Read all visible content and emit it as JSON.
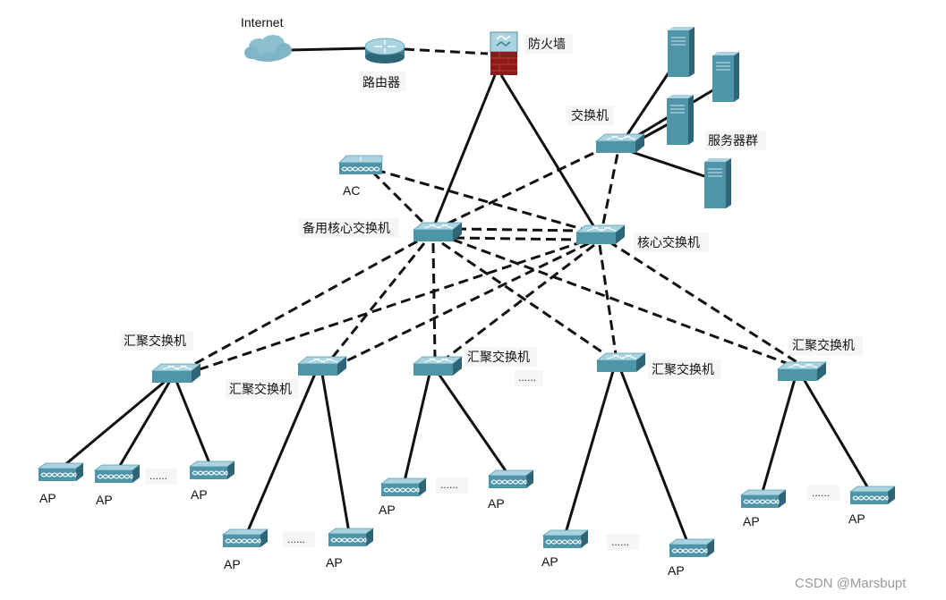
{
  "labels": {
    "internet": "Internet",
    "router": "路由器",
    "firewall": "防火墙",
    "switch": "交换机",
    "server_group": "服务器群",
    "ac": "AC",
    "backup_core": "备用核心交换机",
    "core": "核心交换机",
    "agg1": "汇聚交换机",
    "agg2": "汇聚交换机",
    "agg3": "汇聚交换机",
    "agg4": "汇聚交换机",
    "agg5": "汇聚交换机",
    "ap": "AP",
    "ellipsis": "......"
  },
  "watermark": "CSDN @Marsbupt",
  "colors": {
    "device_top": "#a9d3df",
    "device_side": "#3f8398",
    "device_dark": "#2f6677",
    "firewall_red": "#8b1a1a",
    "line": "#111111"
  },
  "icons": {
    "internet": "cloud-icon",
    "router": "router-icon",
    "firewall": "firewall-icon",
    "switch": "switch-icon",
    "server": "server-icon",
    "ac": "access-controller-icon",
    "ap": "access-point-icon"
  }
}
